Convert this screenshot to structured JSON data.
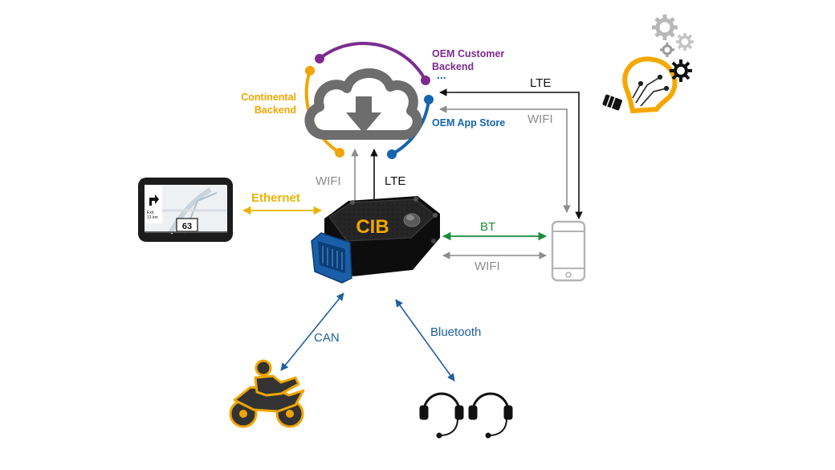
{
  "labels": {
    "oem_customer_line1": "OEM Customer",
    "oem_customer_line2": "Backend",
    "oem_customer_dots": "...",
    "continental_line1": "Continental",
    "continental_line2": "Backend",
    "oem_app_store": "OEM App Store",
    "lte_top": "LTE",
    "wifi_top": "WIFI",
    "wifi_cloud": "WIFI",
    "lte_cloud": "LTE",
    "ethernet": "Ethernet",
    "cib": "CIB",
    "bt": "BT",
    "wifi_phone": "WIFI",
    "can": "CAN",
    "bluetooth": "Bluetooth",
    "speed_display": "63",
    "display_exit": "Exit",
    "display_distance": "13 km"
  },
  "colors": {
    "oem_customer": "#7b2d8e",
    "continental": "#f0a500",
    "app_store": "#1565b0",
    "cloud": "#6d6d6d",
    "grey_link": "#8c8c8c",
    "black_link": "#111111",
    "bt_link": "#1e8c3a",
    "can_link": "#1e5fa0",
    "ethernet": "#e8b400",
    "cib_label": "#f0a500",
    "connector": "#1a5ea8",
    "moto": "#333333",
    "moto_outline": "#f0a500"
  },
  "icons": [
    "cloud-download-icon",
    "lightbulb-icon",
    "gear-icon",
    "smartphone-icon",
    "tft-display-icon",
    "motorcycle-icon",
    "headset-icon",
    "cib-device-icon"
  ]
}
